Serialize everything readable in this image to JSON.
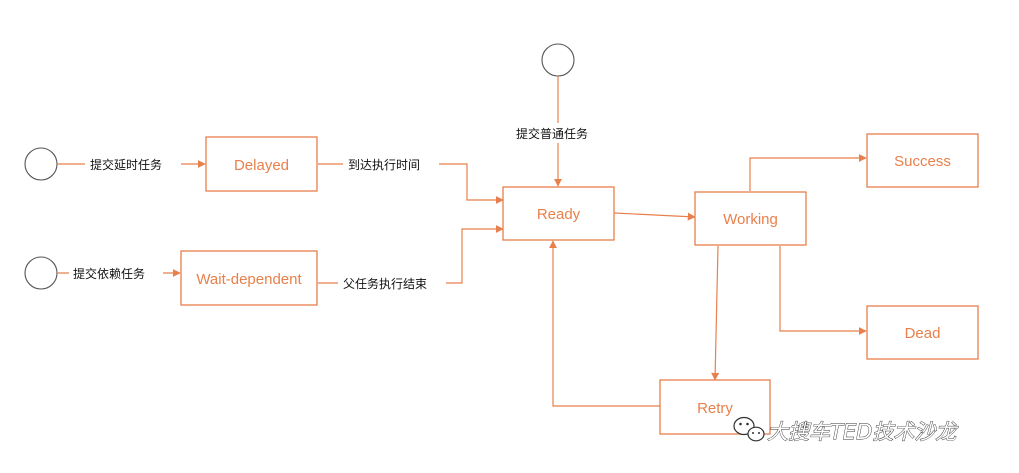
{
  "colors": {
    "accent": "#e8804c",
    "start_node": "#555555",
    "label_text": "#111111"
  },
  "states": {
    "delayed": "Delayed",
    "wait_dependent": "Wait-dependent",
    "ready": "Ready",
    "working": "Working",
    "success": "Success",
    "dead": "Dead",
    "retry": "Retry"
  },
  "transitions": {
    "submit_delayed": "提交延时任务",
    "submit_dependent": "提交依赖任务",
    "submit_normal": "提交普通任务",
    "reach_exec_time": "到达执行时间",
    "parent_done": "父任务执行结束"
  },
  "watermark": {
    "icon": "wechat-icon",
    "text": "大搜车TED技术沙龙"
  }
}
